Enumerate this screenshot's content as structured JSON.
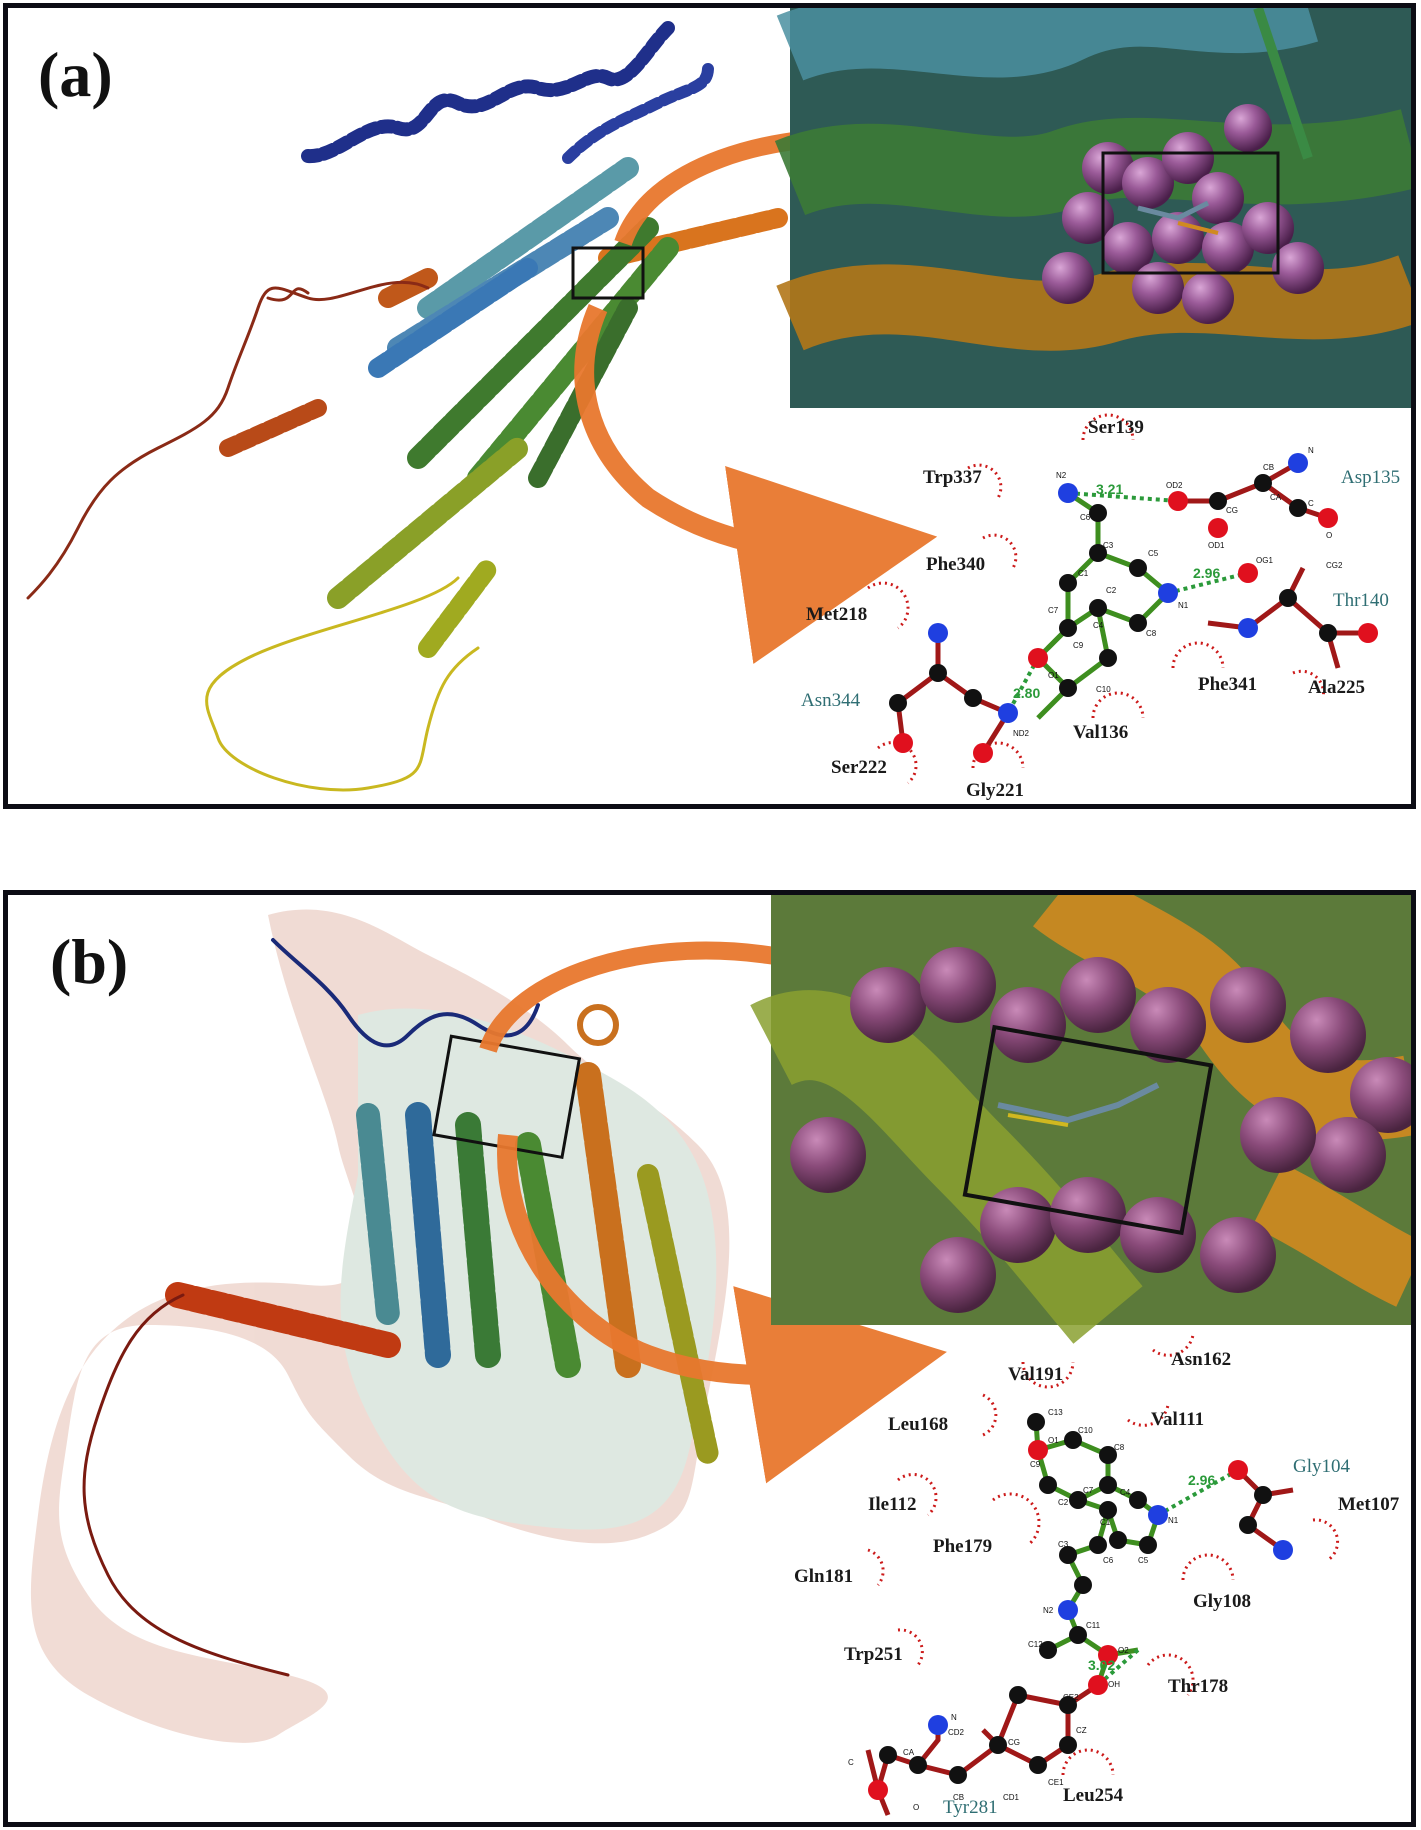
{
  "panels": {
    "a": {
      "label": "(a)",
      "residues_hydrophobic": [
        "Ser139",
        "Trp337",
        "Phe340",
        "Met218",
        "Phe341",
        "Ala225",
        "Val136",
        "Ser222",
        "Gly221"
      ],
      "residues_hbond": [
        "Asp135",
        "Thr140",
        "Asn344"
      ],
      "distances": [
        "3.21",
        "2.96",
        "2.80"
      ],
      "atoms": [
        "N2",
        "C6",
        "C3",
        "C1",
        "C2",
        "C5",
        "N1",
        "C4",
        "C7",
        "C8",
        "C9",
        "C10",
        "O1",
        "OD2",
        "CG",
        "OD1",
        "CA",
        "CB",
        "N",
        "C",
        "O",
        "OG1",
        "CG2",
        "ND2"
      ]
    },
    "b": {
      "label": "(b)",
      "residues_hydrophobic": [
        "Val191",
        "Asn162",
        "Leu168",
        "Val111",
        "Ile112",
        "Met107",
        "Phe179",
        "Gln181",
        "Gly108",
        "Trp251",
        "Thr178",
        "Leu254"
      ],
      "residues_hbond": [
        "Gly104",
        "Tyr281"
      ],
      "distances": [
        "2.96",
        "3.02"
      ],
      "atoms": [
        "C13",
        "O1",
        "C10",
        "C8",
        "C9",
        "C7",
        "C4",
        "C2",
        "C1",
        "N1",
        "C5",
        "C3",
        "C6",
        "N2",
        "C11",
        "O2",
        "C12",
        "OH",
        "CE2",
        "CZ",
        "CE1",
        "CD1",
        "CG",
        "CD2",
        "CB",
        "CA",
        "N",
        "C",
        "O"
      ]
    }
  },
  "colors": {
    "bond_green": "#3e8e1f",
    "carbon": "#111111",
    "oxygen": "#e0101e",
    "nitrogen": "#1f3fe0",
    "hbond": "#2b9a3a",
    "hydrophobic_arc": "#cc1a1a",
    "arrow": "#e8782e",
    "sphere": "#8a4b8a"
  }
}
